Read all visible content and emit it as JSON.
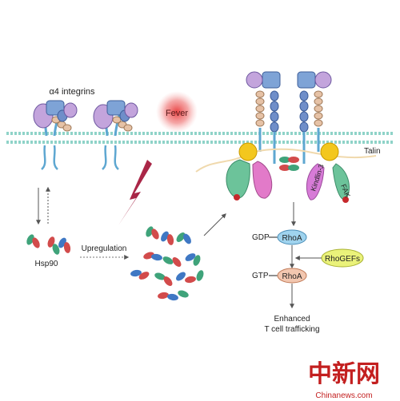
{
  "labels": {
    "integrin": "α4 integrins",
    "fever": "Fever",
    "talin": "Talin",
    "kindlin": "Kindlin-3",
    "fak": "FAK",
    "hsp90": "Hsp90",
    "upregulation": "Upregulation",
    "gdp": "GDP",
    "gtp": "GTP",
    "rhoa_top": "RhoA",
    "rhoa_bottom": "RhoA",
    "rhogefs": "RhoGEFs",
    "outcome_line1": "Enhanced",
    "outcome_line2": "T cell trafficking"
  },
  "watermark": {
    "logo": "中新网",
    "site": "Chinanews.com"
  },
  "colors": {
    "membrane": "#8fd3c8",
    "fever_glow": "#e03030",
    "rhoa_fill": "#9fd3ee",
    "rhoa_gtp_fill": "#f2c7b0",
    "rhogefs_fill": "#eaf27a",
    "talin_head": "#f3c71e",
    "kindlin_fill": "#d77bd7",
    "fak_fill": "#6cc39a",
    "integrin_alpha": "#6f8ec9",
    "integrin_beta": "#c3a4dc",
    "hsp90_red": "#d24b4b",
    "hsp90_blue": "#3f78c4",
    "hsp90_green": "#3fa37a",
    "watermark_red": "#c31f1f"
  }
}
